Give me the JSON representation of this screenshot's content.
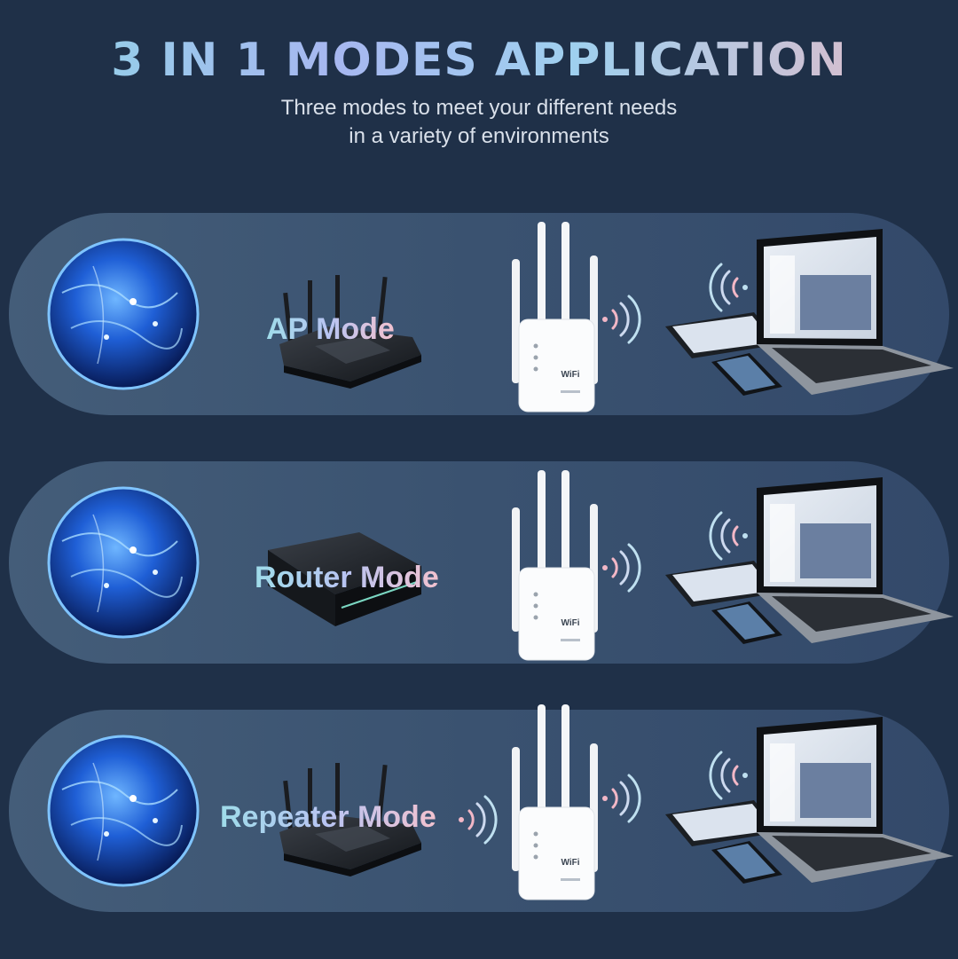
{
  "header": {
    "title": "3 IN 1 MODES APPLICATION",
    "subtitle_line1": "Three modes to meet your different needs",
    "subtitle_line2": "in a variety of environments"
  },
  "modes": [
    {
      "label": "AP Mode",
      "source_device": "router-icon"
    },
    {
      "label": "Router Mode",
      "source_device": "modem-box-icon"
    },
    {
      "label": "Repeater Mode",
      "source_device": "router-icon"
    }
  ],
  "extender": {
    "logo_text": "WiFi"
  },
  "colors": {
    "background": "#1f3048",
    "panel": "#3e5573",
    "title_gradient_start": "#8fd6e6",
    "title_gradient_end": "#e7b8c4",
    "signal_pink": "#f2b7c6",
    "signal_blue": "#bfe0f0"
  }
}
